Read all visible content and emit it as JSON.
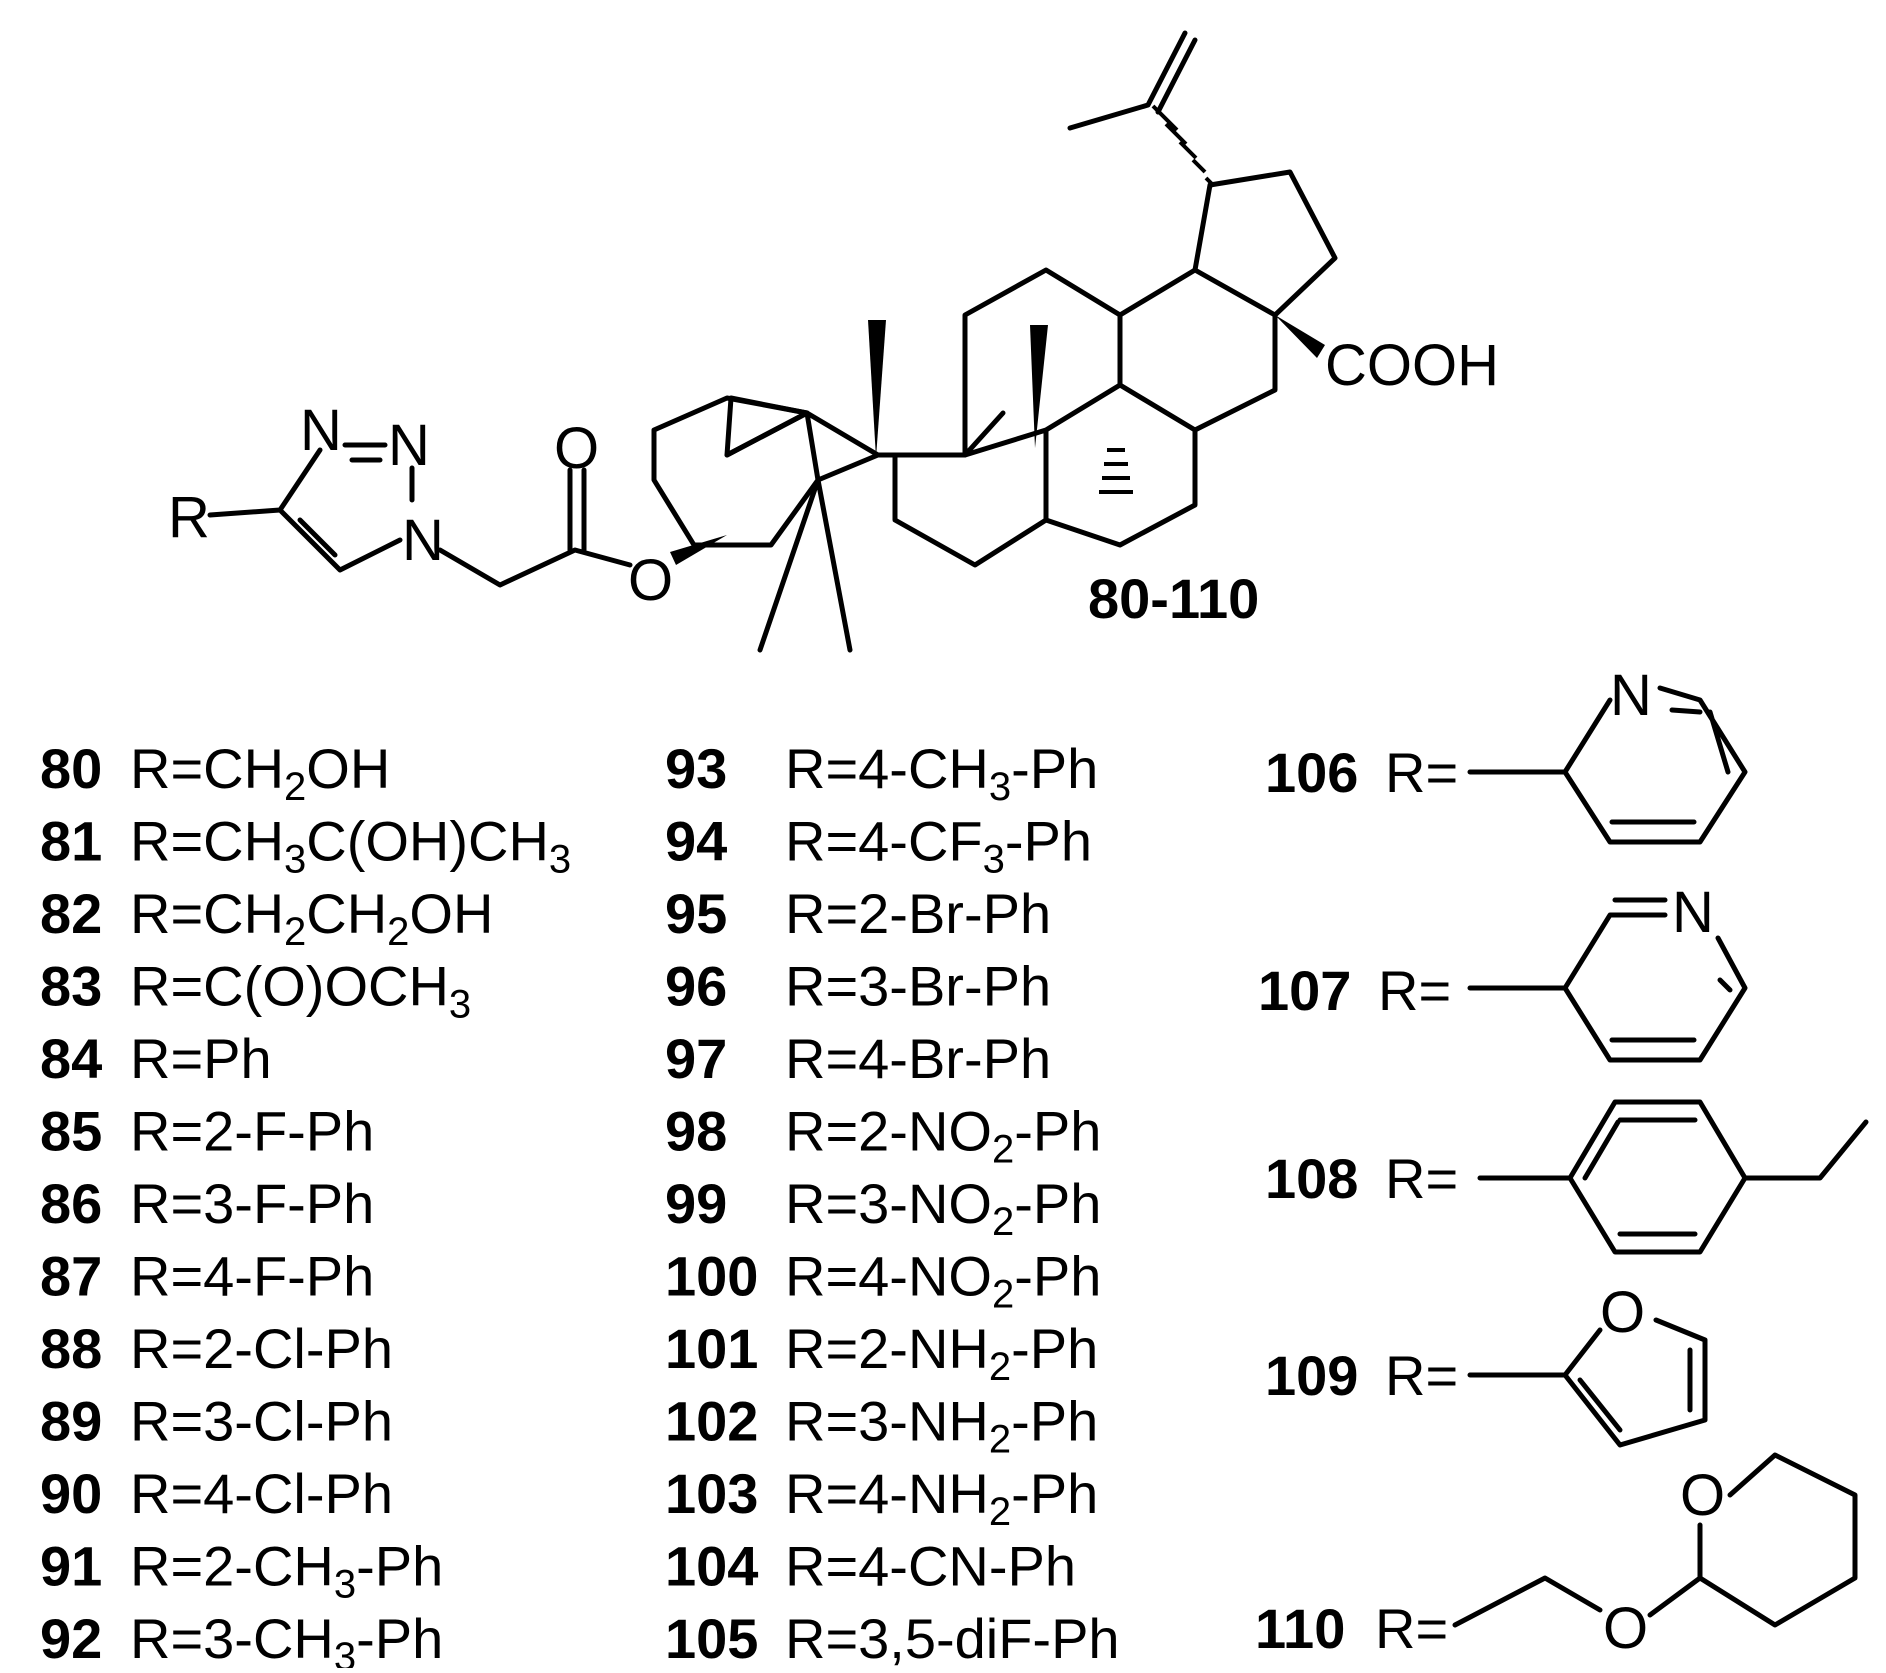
{
  "colors": {
    "ink": "#000000",
    "background": "#ffffff"
  },
  "scaffold": {
    "series_label": "80-110",
    "atom_r": "R",
    "atom_n1": "N",
    "atom_n2": "N",
    "atom_n3": "N",
    "atom_carbonyl_o": "O",
    "atom_ester_o": "O",
    "acid_group": "COOH"
  },
  "left_column": [
    {
      "id": "80",
      "parts": [
        [
          "R=CH",
          ""
        ],
        [
          "2",
          "sub"
        ],
        [
          "OH",
          ""
        ]
      ]
    },
    {
      "id": "81",
      "parts": [
        [
          "R=CH",
          ""
        ],
        [
          "3",
          "sub"
        ],
        [
          "C(OH)CH",
          ""
        ],
        [
          "3",
          "sub"
        ]
      ]
    },
    {
      "id": "82",
      "parts": [
        [
          "R=CH",
          ""
        ],
        [
          "2",
          "sub"
        ],
        [
          "CH",
          ""
        ],
        [
          "2",
          "sub"
        ],
        [
          "OH",
          ""
        ]
      ]
    },
    {
      "id": "83",
      "parts": [
        [
          "R=C(O)OCH",
          ""
        ],
        [
          "3",
          "sub"
        ]
      ]
    },
    {
      "id": "84",
      "parts": [
        [
          "R=Ph",
          ""
        ]
      ]
    },
    {
      "id": "85",
      "parts": [
        [
          "R=2-F-Ph",
          ""
        ]
      ]
    },
    {
      "id": "86",
      "parts": [
        [
          "R=3-F-Ph",
          ""
        ]
      ]
    },
    {
      "id": "87",
      "parts": [
        [
          "R=4-F-Ph",
          ""
        ]
      ]
    },
    {
      "id": "88",
      "parts": [
        [
          "R=2-Cl-Ph",
          ""
        ]
      ]
    },
    {
      "id": "89",
      "parts": [
        [
          "R=3-Cl-Ph",
          ""
        ]
      ]
    },
    {
      "id": "90",
      "parts": [
        [
          "R=4-Cl-Ph",
          ""
        ]
      ]
    },
    {
      "id": "91",
      "parts": [
        [
          "R=2-CH",
          ""
        ],
        [
          "3",
          "sub"
        ],
        [
          "-Ph",
          ""
        ]
      ]
    },
    {
      "id": "92",
      "parts": [
        [
          "R=3-CH",
          ""
        ],
        [
          "3",
          "sub"
        ],
        [
          "-Ph",
          ""
        ]
      ]
    }
  ],
  "middle_column": [
    {
      "id": "93",
      "parts": [
        [
          "R=4-CH",
          ""
        ],
        [
          "3",
          "sub"
        ],
        [
          "-Ph",
          ""
        ]
      ]
    },
    {
      "id": "94",
      "parts": [
        [
          "R=4-CF",
          ""
        ],
        [
          "3",
          "sub"
        ],
        [
          "-Ph",
          ""
        ]
      ]
    },
    {
      "id": "95",
      "parts": [
        [
          "R=2-Br-Ph",
          ""
        ]
      ]
    },
    {
      "id": "96",
      "parts": [
        [
          "R=3-Br-Ph",
          ""
        ]
      ]
    },
    {
      "id": "97",
      "parts": [
        [
          "R=4-Br-Ph",
          ""
        ]
      ]
    },
    {
      "id": "98",
      "parts": [
        [
          "R=2-NO",
          ""
        ],
        [
          "2",
          "sub"
        ],
        [
          "-Ph",
          ""
        ]
      ]
    },
    {
      "id": "99",
      "parts": [
        [
          "R=3-NO",
          ""
        ],
        [
          "2",
          "sub"
        ],
        [
          "-Ph",
          ""
        ]
      ]
    },
    {
      "id": "100",
      "parts": [
        [
          "R=4-NO",
          ""
        ],
        [
          "2",
          "sub"
        ],
        [
          "-Ph",
          ""
        ]
      ]
    },
    {
      "id": "101",
      "parts": [
        [
          "R=2-NH",
          ""
        ],
        [
          "2",
          "sub"
        ],
        [
          "-Ph",
          ""
        ]
      ]
    },
    {
      "id": "102",
      "parts": [
        [
          "R=3-NH",
          ""
        ],
        [
          "2",
          "sub"
        ],
        [
          "-Ph",
          ""
        ]
      ]
    },
    {
      "id": "103",
      "parts": [
        [
          "R=4-NH",
          ""
        ],
        [
          "2",
          "sub"
        ],
        [
          "-Ph",
          ""
        ]
      ]
    },
    {
      "id": "104",
      "parts": [
        [
          "R=4-CN-Ph",
          ""
        ]
      ]
    },
    {
      "id": "105",
      "parts": [
        [
          "R=3,5-diF-Ph",
          ""
        ]
      ]
    }
  ],
  "right_column": [
    {
      "id": "106",
      "r_label": "R=",
      "hetero_atom": "N"
    },
    {
      "id": "107",
      "r_label": "R=",
      "hetero_atom": "N"
    },
    {
      "id": "108",
      "r_label": "R="
    },
    {
      "id": "109",
      "r_label": "R=",
      "hetero_atom": "O"
    },
    {
      "id": "110",
      "r_label": "R=",
      "hetero_atom_1": "O",
      "hetero_atom_2": "O"
    }
  ]
}
